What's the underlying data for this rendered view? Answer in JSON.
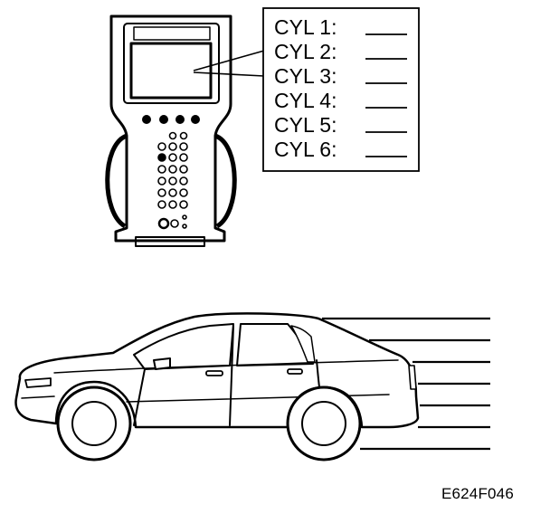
{
  "callout": {
    "lines": [
      {
        "label": "CYL 1:"
      },
      {
        "label": "CYL 2:"
      },
      {
        "label": "CYL 3:"
      },
      {
        "label": "CYL 4:"
      },
      {
        "label": "CYL 5:"
      },
      {
        "label": "CYL 6:"
      }
    ]
  },
  "figure_code": "E624F046",
  "icons": {
    "scan_tool": "handheld-scan-tool-icon",
    "car": "sedan-car-icon"
  }
}
